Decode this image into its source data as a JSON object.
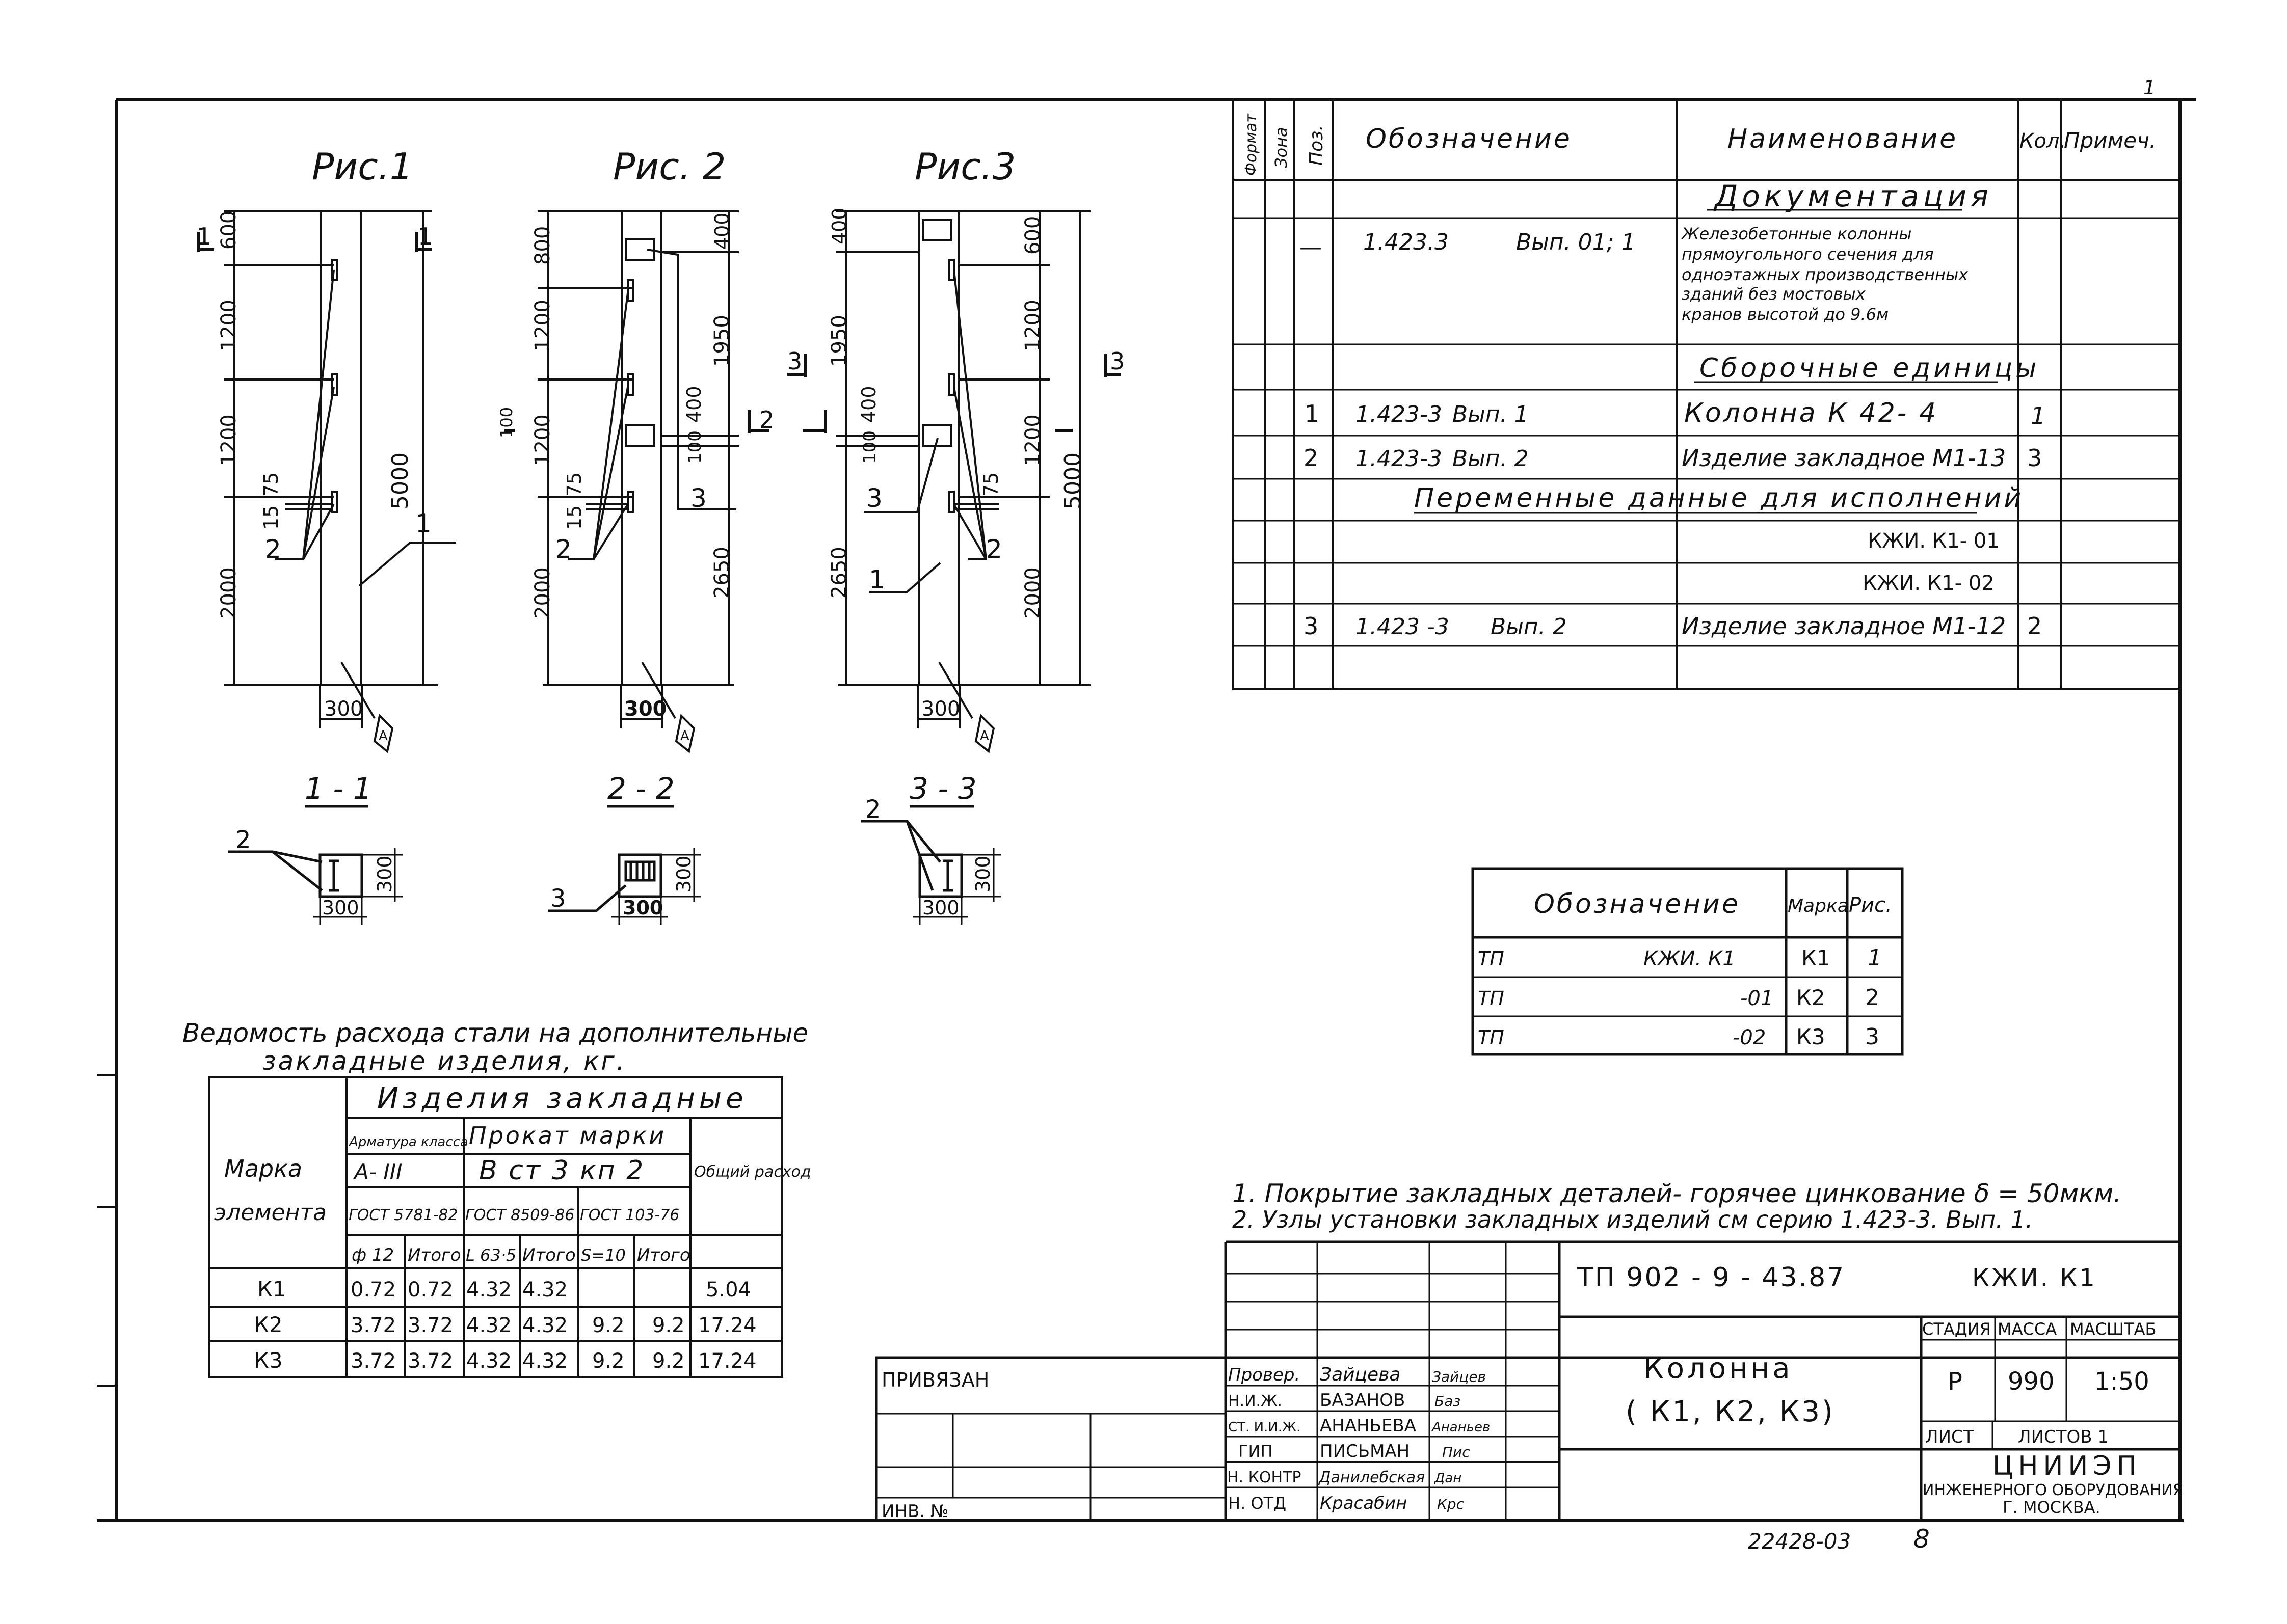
{
  "sheet_mark": "1",
  "figures": [
    {
      "title": "Рис.1",
      "section_tag": "1",
      "dims_left": [
        "600",
        "1200",
        "1200",
        "2000"
      ],
      "dims_right": [
        "5000"
      ],
      "small_dims": [
        "15",
        "75"
      ],
      "width": "300",
      "callouts": [
        "2",
        "1"
      ],
      "sign": "А",
      "section_title": "1 - 1"
    },
    {
      "title": "Рис. 2",
      "section_tag": "2",
      "dims_left": [
        "800",
        "1200",
        "1200",
        "2000"
      ],
      "small_dims": [
        "100",
        "15",
        "75"
      ],
      "dims_inner": [
        "400",
        "1950",
        "400",
        "100",
        "2650"
      ],
      "width": "300",
      "callouts": [
        "2",
        "3"
      ],
      "sign": "А",
      "section_title": "2 - 2"
    },
    {
      "title": "Рис.3",
      "section_tag": "3",
      "dims_left": [
        "400",
        "1950",
        "400",
        "100",
        "2650"
      ],
      "dims_inner": [
        "600",
        "1200",
        "1200",
        "75",
        "2000"
      ],
      "dims_right": [
        "5000"
      ],
      "width": "300",
      "callouts": [
        "2",
        "3",
        "1"
      ],
      "sign": "А",
      "section_title": "3 - 3"
    }
  ],
  "sections": [
    {
      "callout": "2",
      "dim_w": "300",
      "dim_h": "300"
    },
    {
      "callout": "3",
      "dim_w": "300",
      "dim_h": "300"
    },
    {
      "callout": "2",
      "dim_w": "300",
      "dim_h": "300"
    }
  ],
  "spec": {
    "headers": {
      "format": "Формат",
      "zone": "Зона",
      "pos": "Поз.",
      "designation": "Обозначение",
      "name": "Наименование",
      "qty": "Кол.",
      "note": "Примеч."
    },
    "doc_heading": "Документация",
    "doc_row": {
      "pos": "—",
      "designation": "1.423.3",
      "issue": "Вып. 01; 1",
      "name_lines": [
        "Железобетонные колонны",
        "прямоугольного сечения для",
        "одноэтажных производственных",
        "зданий без мостовых",
        "кранов высотой до 9.6м"
      ]
    },
    "assembly_heading": "Сборочные единицы",
    "rows": [
      {
        "pos": "1",
        "designation": "1.423-3",
        "issue": "Вып. 1",
        "name": "Колонна К 42- 4",
        "qty": "1"
      },
      {
        "pos": "2",
        "designation": "1.423-3",
        "issue": "Вып. 2",
        "name": "Изделие закладное М1-13",
        "qty": "3"
      }
    ],
    "variable_heading": "Переменные данные для исполнений",
    "variants": [
      "КЖИ. К1- 01",
      "КЖИ. К1- 02"
    ],
    "last_row": {
      "pos": "3",
      "designation": "1.423 -3",
      "issue": "Вып. 2",
      "name": "Изделие закладное М1-12",
      "qty": "2"
    }
  },
  "steel": {
    "title_1": "Ведомость расхода стали на дополнительные",
    "title_2": "закладные изделия, кг.",
    "h_mark_1": "Марка",
    "h_mark_2": "элемента",
    "h_group": "Изделия закладные",
    "h_rebar": "Арматура класса",
    "h_rolled": "Прокат марки",
    "h_rebar_class": "А- III",
    "h_rolled_grade": "В ст 3 кп 2",
    "h_total": "Общий расход",
    "h_gost": [
      "ГОСТ 5781-82",
      "ГОСТ 8509-86",
      "ГОСТ 103-76"
    ],
    "h_cols": [
      "ф 12",
      "Итого",
      "L 63·5",
      "Итого",
      "S=10",
      "Итого"
    ],
    "rows": [
      {
        "mark": "К1",
        "v": [
          "0.72",
          "0.72",
          "4.32",
          "4.32",
          "",
          ""
        ],
        "total": "5.04"
      },
      {
        "mark": "К2",
        "v": [
          "3.72",
          "3.72",
          "4.32",
          "4.32",
          "9.2",
          "9.2"
        ],
        "total": "17.24"
      },
      {
        "mark": "К3",
        "v": [
          "3.72",
          "3.72",
          "4.32",
          "4.32",
          "9.2",
          "9.2"
        ],
        "total": "17.24"
      }
    ]
  },
  "variant_table": {
    "headers": {
      "designation": "Обозначение",
      "mark": "Марка",
      "fig": "Рис."
    },
    "rows": [
      {
        "prefix": "ТП",
        "code": "КЖИ. К1",
        "mark": "К1",
        "fig": "1"
      },
      {
        "prefix": "ТП",
        "code": "-01",
        "mark": "К2",
        "fig": "2"
      },
      {
        "prefix": "ТП",
        "code": "-02",
        "mark": "К3",
        "fig": "3"
      }
    ]
  },
  "notes": [
    "1. Покрытие закладных деталей- горячее цинкование δ = 50мкм.",
    "2. Узлы установки закладных изделий см серию 1.423-3. Вып. 1."
  ],
  "title_block": {
    "code": "ТП 902 - 9 - 43.87",
    "mark": "КЖИ. К1",
    "object_1": "Колонна",
    "object_2": "( К1, К2, К3)",
    "h_stage": "СТАДИЯ",
    "h_mass": "МАССА",
    "h_scale": "МАСШТАБ",
    "stage": "Р",
    "mass": "990",
    "scale": "1:50",
    "sheet": "ЛИСТ",
    "sheets": "ЛИСТОВ 1",
    "org_1": "ЦНИИЭП",
    "org_2": "ИНЖЕНЕРНОГО ОБОРУДОВАНИЯ",
    "org_3": "Г. МОСКВА.",
    "bound": "ПРИВЯЗАН",
    "inv": "ИНВ. №",
    "staff": [
      {
        "role": "Провер.",
        "name": "Зайцева",
        "sign": "Зайцев"
      },
      {
        "role": "Н.И.Ж.",
        "name": "БАЗАНОВ",
        "sign": "Баз"
      },
      {
        "role": "СТ. И.И.Ж.",
        "name": "АНАНЬЕВА",
        "sign": "Ананьев"
      },
      {
        "role": "ГИП",
        "name": "ПИСЬМАН",
        "sign": "Пис"
      },
      {
        "role": "Н. КОНТР",
        "name": "Данилебская",
        "sign": "Дан"
      },
      {
        "role": "Н. ОТД",
        "name": "Красабин",
        "sign": "Крс"
      }
    ]
  },
  "footer": {
    "number": "22428-03",
    "page": "8"
  }
}
